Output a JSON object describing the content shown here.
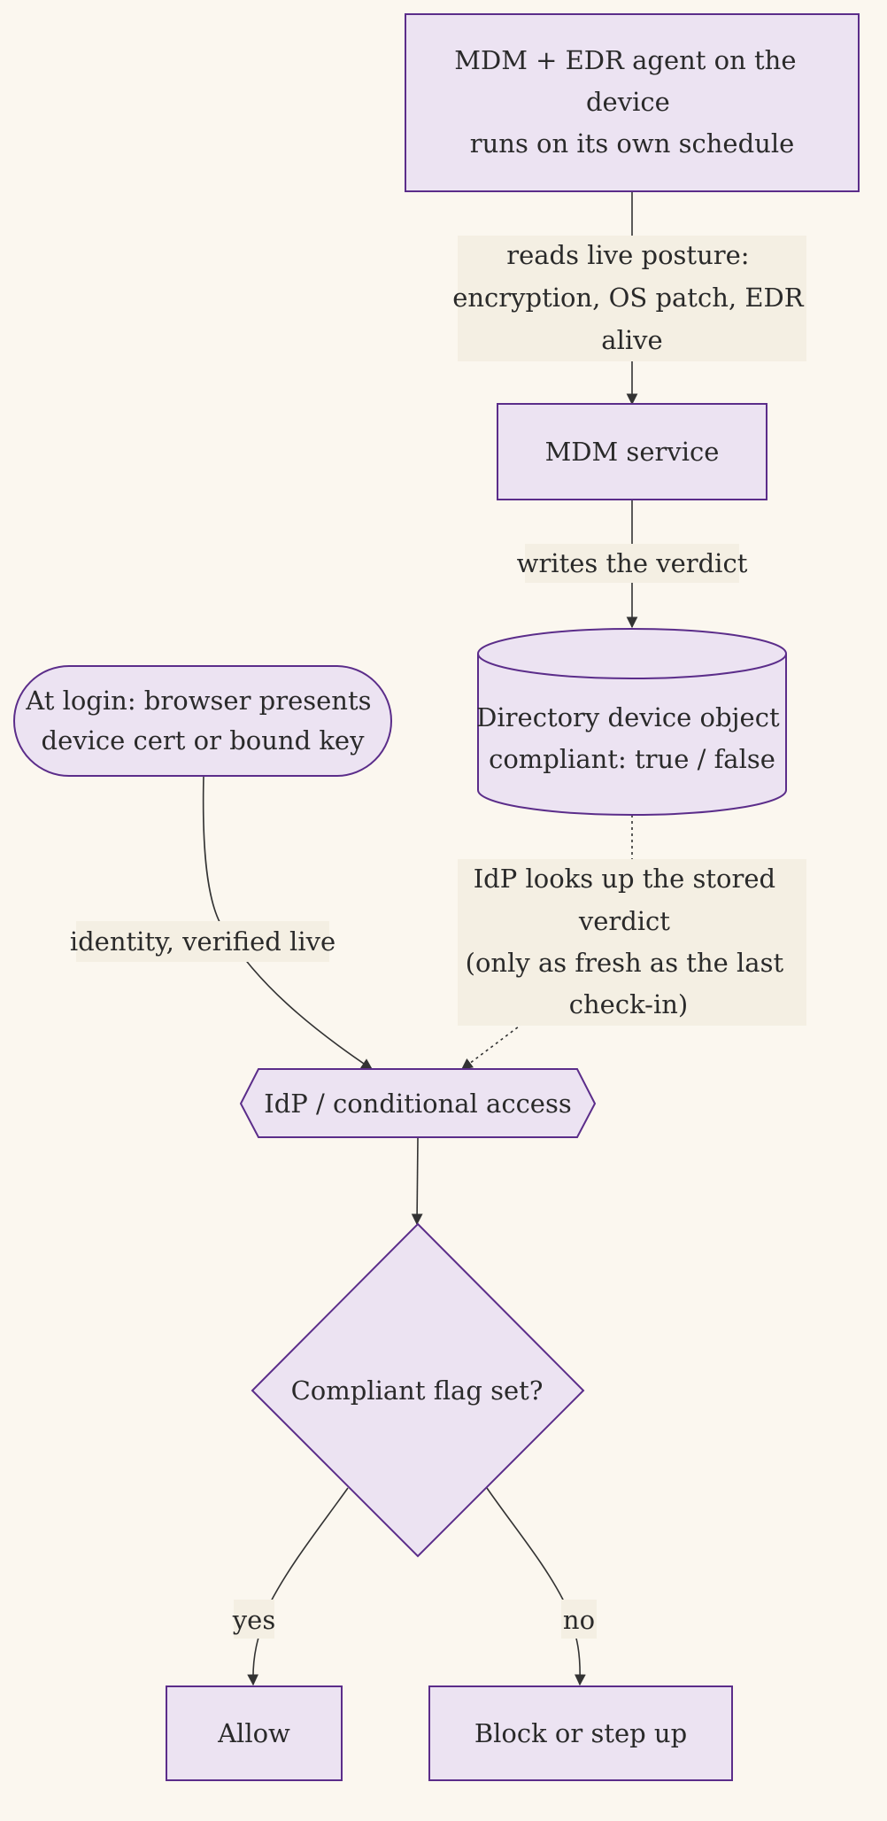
{
  "nodes": {
    "agent": {
      "lines": [
        "MDM + EDR agent on the",
        "device",
        "runs on its own schedule"
      ]
    },
    "mdm_service": {
      "lines": [
        "MDM service"
      ]
    },
    "directory": {
      "lines": [
        "Directory device object",
        "compliant: true / false"
      ]
    },
    "login": {
      "lines": [
        "At login: browser presents",
        "device cert or bound key"
      ]
    },
    "idp": {
      "lines": [
        "IdP / conditional access"
      ]
    },
    "decision": {
      "lines": [
        "Compliant flag set?"
      ]
    },
    "allow": {
      "lines": [
        "Allow"
      ]
    },
    "block": {
      "lines": [
        "Block or step up"
      ]
    }
  },
  "edges": {
    "reads_posture": {
      "lines": [
        "reads live posture:",
        "encryption, OS patch, EDR",
        "alive"
      ]
    },
    "writes_verdict": {
      "lines": [
        "writes the verdict"
      ]
    },
    "identity": {
      "lines": [
        "identity, verified live"
      ]
    },
    "lookup": {
      "lines": [
        "IdP looks up the stored",
        "verdict",
        "(only as fresh as the last",
        "check-in)"
      ]
    },
    "yes": {
      "lines": [
        "yes"
      ]
    },
    "no": {
      "lines": [
        "no"
      ]
    }
  },
  "colors": {
    "background": "#fbf7ef",
    "node_fill": "#ece3f2",
    "node_stroke": "#5b2d8a",
    "edge": "#333333",
    "edge_label_bg": "#f4efe3",
    "text": "#2a2a2a"
  }
}
